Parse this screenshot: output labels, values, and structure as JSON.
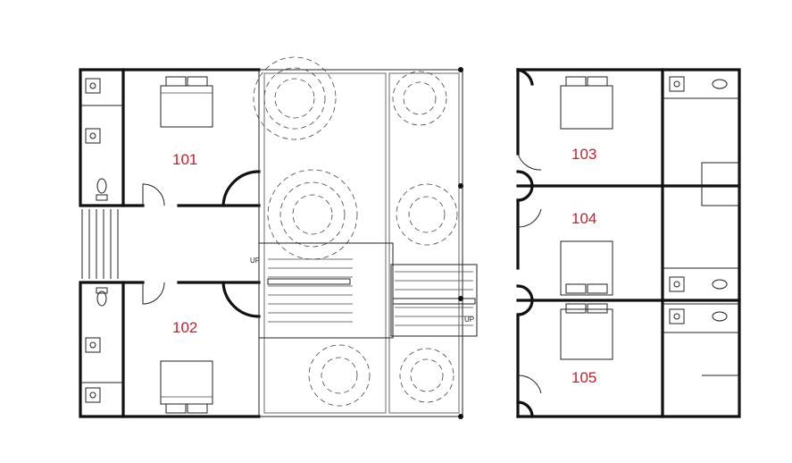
{
  "rooms": [
    {
      "number": "101"
    },
    {
      "number": "102"
    },
    {
      "number": "103"
    },
    {
      "number": "104"
    },
    {
      "number": "105"
    }
  ],
  "stairs": {
    "up_label": "UP"
  },
  "colors": {
    "room_label": "#c0202a",
    "wall": "#111111"
  }
}
